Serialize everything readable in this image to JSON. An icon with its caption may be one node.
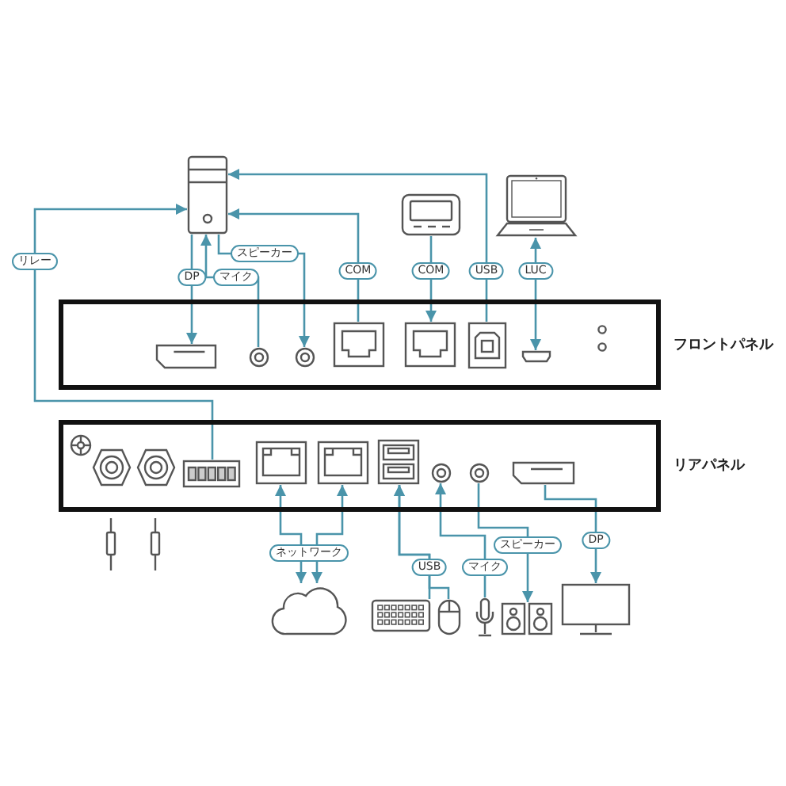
{
  "diagram": {
    "nodes": [
      {
        "text": [],
        "shape": "picture"
      },
      {
        "text": [],
        "shape": "picture"
      },
      {
        "text": [],
        "shape": "picture"
      },
      {
        "text": [
          "フロントパネル"
        ]
      },
      {
        "text": [],
        "shape": "picture",
        "in": 3
      },
      {
        "text": [],
        "shape": "circle",
        "in": 3
      },
      {
        "text": [],
        "shape": "circle",
        "in": 3
      },
      {
        "text": [],
        "shape": "picture",
        "in": 3
      },
      {
        "text": [],
        "shape": "picture",
        "in": 3
      },
      {
        "text": [],
        "shape": "picture",
        "in": 3
      },
      {
        "text": [],
        "shape": "picture",
        "in": 3
      },
      {
        "text": [
          "リアパネル"
        ]
      },
      {
        "text": [],
        "shape": "picture",
        "in": 11
      },
      {
        "text": [],
        "shape": "picture",
        "in": 11
      },
      {
        "text": [],
        "shape": "picture",
        "in": 11
      },
      {
        "text": [],
        "shape": "picture",
        "in": 11
      },
      {
        "text": [],
        "shape": "circle",
        "in": 11
      },
      {
        "text": [],
        "shape": "circle",
        "in": 11
      },
      {
        "text": [],
        "shape": "picture",
        "in": 11
      },
      {
        "text": [],
        "shape": "cloud"
      },
      {
        "text": [],
        "shape": "picture"
      },
      {
        "text": [],
        "shape": "picture"
      },
      {
        "text": [],
        "shape": "picture"
      },
      {
        "text": [],
        "shape": "picture"
      },
      {
        "text": [],
        "shape": "picture"
      }
    ],
    "edges": [
      {
        "from": 0,
        "to": 4,
        "arrow": "to",
        "label": "DP"
      },
      {
        "from": 5,
        "to": 0,
        "arrow": "to",
        "label": "マイク"
      },
      {
        "from": 0,
        "to": 6,
        "arrow": "to",
        "label": "スピーカー"
      },
      {
        "from": 7,
        "to": 0,
        "arrow": "to",
        "label": "COM"
      },
      {
        "from": 1,
        "to": 8,
        "arrow": "to",
        "label": "COM"
      },
      {
        "from": 9,
        "to": 0,
        "arrow": "to",
        "label": "USB"
      },
      {
        "from": 2,
        "to": 10,
        "arrow": "both",
        "label": "LUC"
      },
      {
        "from": 12,
        "to": 0,
        "arrow": "to",
        "label": "リレー"
      },
      {
        "from": 13,
        "to": 19,
        "arrow": "both",
        "label": "ネットワーク"
      },
      {
        "from": 14,
        "to": 19,
        "arrow": "both"
      },
      {
        "from": 20,
        "to": 15,
        "arrow": "to",
        "label": "USB"
      },
      {
        "from": 21,
        "to": 15,
        "arrow": "to"
      },
      {
        "from": 22,
        "to": 16,
        "arrow": "to",
        "label": "マイク"
      },
      {
        "from": 17,
        "to": 23,
        "arrow": "to",
        "label": "スピーカー"
      },
      {
        "from": 18,
        "to": 24,
        "arrow": "to",
        "label": "DP"
      }
    ]
  }
}
